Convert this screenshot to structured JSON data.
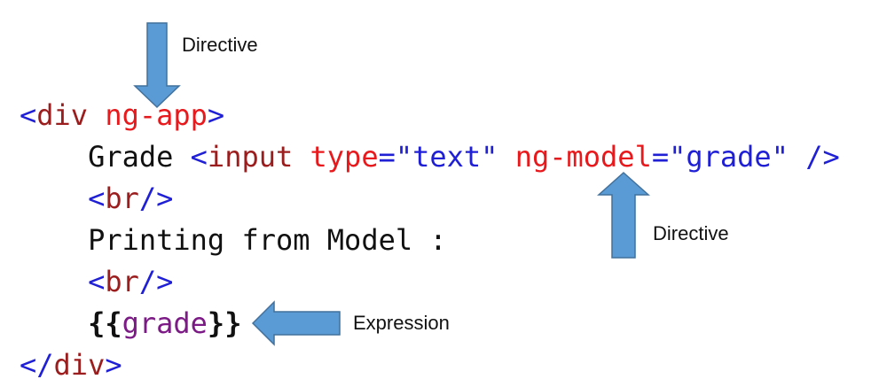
{
  "colors": {
    "bracket": "#1f1fd6",
    "tag": "#9b1d1d",
    "attr": "#e8191c",
    "string": "#1f1fd6",
    "text": "#111111",
    "expr": "#7c1a86",
    "arrow_fill": "#5b9bd5",
    "arrow_stroke": "#41719c"
  },
  "code_lines": [
    {
      "indent": "",
      "tokens": [
        {
          "text": "<",
          "role": "bracket"
        },
        {
          "text": "div",
          "role": "tag"
        },
        {
          "text": " ",
          "role": "text"
        },
        {
          "text": "ng-app",
          "role": "attr"
        },
        {
          "text": ">",
          "role": "bracket"
        }
      ]
    },
    {
      "indent": "    ",
      "tokens": [
        {
          "text": "Grade ",
          "role": "text"
        },
        {
          "text": "<",
          "role": "bracket"
        },
        {
          "text": "input",
          "role": "tag"
        },
        {
          "text": " ",
          "role": "text"
        },
        {
          "text": "type",
          "role": "attr"
        },
        {
          "text": "=",
          "role": "bracket"
        },
        {
          "text": "\"text\"",
          "role": "string"
        },
        {
          "text": " ",
          "role": "text"
        },
        {
          "text": "ng-model",
          "role": "attr"
        },
        {
          "text": "=",
          "role": "bracket"
        },
        {
          "text": "\"grade\"",
          "role": "string"
        },
        {
          "text": " ",
          "role": "text"
        },
        {
          "text": "/>",
          "role": "bracket"
        }
      ]
    },
    {
      "indent": "    ",
      "tokens": [
        {
          "text": "<",
          "role": "bracket"
        },
        {
          "text": "br",
          "role": "tag"
        },
        {
          "text": "/>",
          "role": "bracket"
        }
      ]
    },
    {
      "indent": "    ",
      "tokens": [
        {
          "text": "Printing from Model :",
          "role": "text"
        }
      ]
    },
    {
      "indent": "    ",
      "tokens": [
        {
          "text": "<",
          "role": "bracket"
        },
        {
          "text": "br",
          "role": "tag"
        },
        {
          "text": "/>",
          "role": "bracket"
        }
      ]
    },
    {
      "indent": "    ",
      "tokens": [
        {
          "text": "{{",
          "role": "text"
        },
        {
          "text": "grade",
          "role": "expr"
        },
        {
          "text": "}}",
          "role": "text"
        }
      ]
    },
    {
      "indent": "",
      "tokens": [
        {
          "text": "</",
          "role": "bracket"
        },
        {
          "text": "div",
          "role": "tag"
        },
        {
          "text": ">",
          "role": "bracket"
        }
      ]
    }
  ],
  "annotations": {
    "top": "Directive",
    "right": "Directive",
    "bottom": "Expression"
  }
}
